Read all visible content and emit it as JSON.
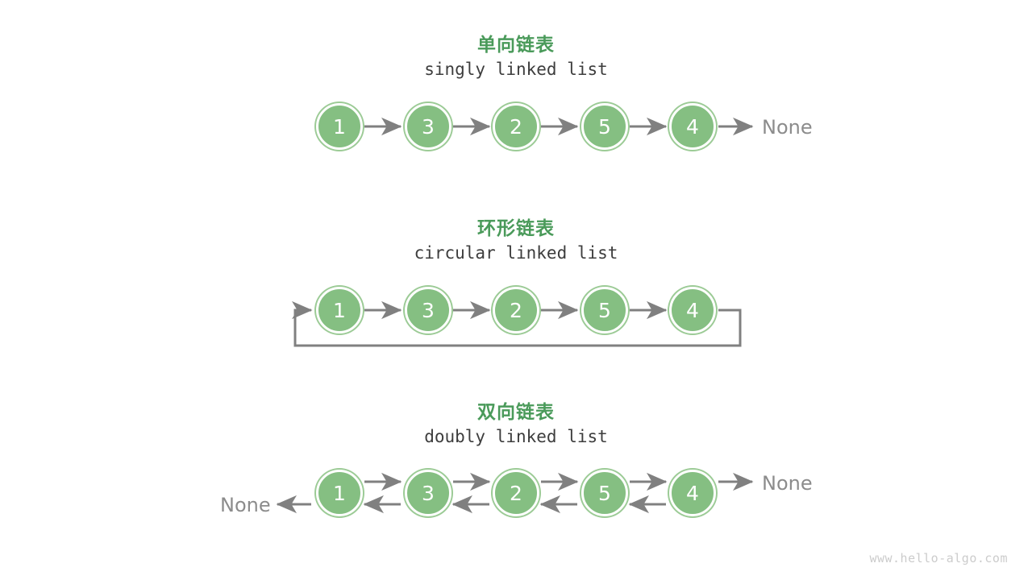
{
  "page": {
    "background": "#ffffff",
    "watermark": "www.hello-algo.com",
    "colors": {
      "title_green": "#4a9a5a",
      "node_fill": "#85bf82",
      "node_ring": "#9ccb96",
      "node_inner_ring": "#ffffff",
      "node_text": "#ffffff",
      "arrow_gray": "#808080",
      "none_text": "#8c8c8c",
      "subtitle_text": "#3d3d3d",
      "watermark_text": "#cccccc"
    }
  },
  "sections": [
    {
      "id": "singly",
      "title_cn": "单向链表",
      "title_en": "singly linked list",
      "nodes": [
        {
          "value": "1"
        },
        {
          "value": "3"
        },
        {
          "value": "2"
        },
        {
          "value": "5"
        },
        {
          "value": "4"
        }
      ],
      "tail_label": "None",
      "head_label": null,
      "has_loop_back": false,
      "bidirectional": false
    },
    {
      "id": "circular",
      "title_cn": "环形链表",
      "title_en": "circular linked list",
      "nodes": [
        {
          "value": "1"
        },
        {
          "value": "3"
        },
        {
          "value": "2"
        },
        {
          "value": "5"
        },
        {
          "value": "4"
        }
      ],
      "tail_label": null,
      "head_label": null,
      "has_loop_back": true,
      "bidirectional": false
    },
    {
      "id": "doubly",
      "title_cn": "双向链表",
      "title_en": "doubly linked list",
      "nodes": [
        {
          "value": "1"
        },
        {
          "value": "3"
        },
        {
          "value": "2"
        },
        {
          "value": "5"
        },
        {
          "value": "4"
        }
      ],
      "tail_label": "None",
      "head_label": "None",
      "has_loop_back": false,
      "bidirectional": true
    }
  ]
}
